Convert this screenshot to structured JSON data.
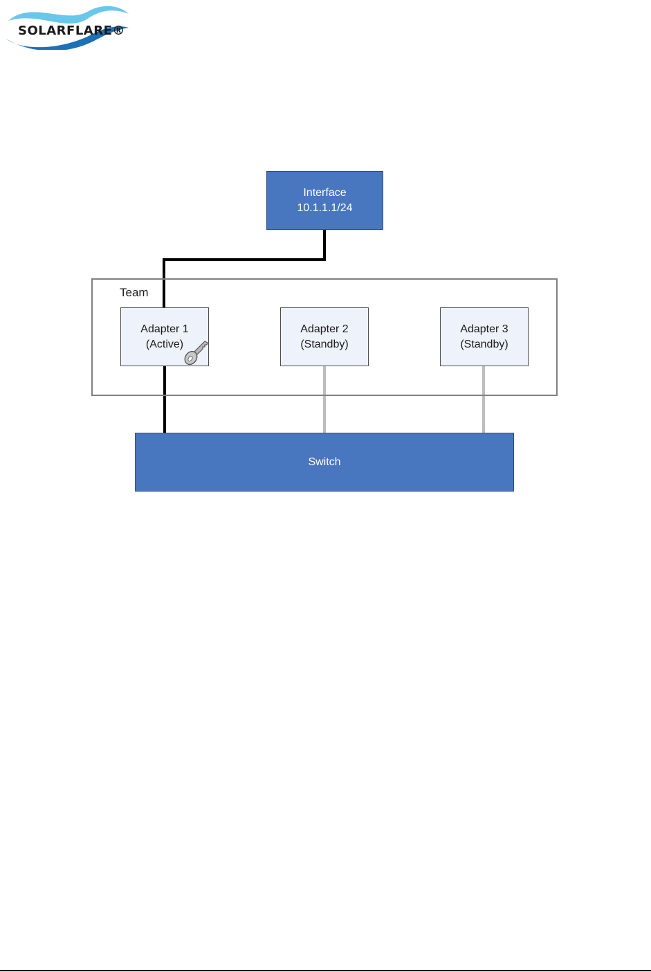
{
  "logo": {
    "text": "SOLARFLARE®",
    "colors": {
      "swoosh_top": "#69c7ec",
      "swoosh_bottom": "#1d6fb8",
      "text": "#1a1a1a"
    }
  },
  "diagram": {
    "interface": {
      "label": "Interface",
      "address": "10.1.1.1/24"
    },
    "team": {
      "label": "Team"
    },
    "adapters": [
      {
        "name": "Adapter 1",
        "state": "(Active)"
      },
      {
        "name": "Adapter 2",
        "state": "(Standby)"
      },
      {
        "name": "Adapter 3",
        "state": "(Standby)"
      }
    ],
    "switch": {
      "label": "Switch"
    },
    "active_link_icon": "key-icon",
    "colors": {
      "node_blue": "#4877c0",
      "adapter_fill": "#eef2fb",
      "active_link": "#000000",
      "standby_link": "#bdbdbd",
      "team_border": "#808080"
    }
  }
}
